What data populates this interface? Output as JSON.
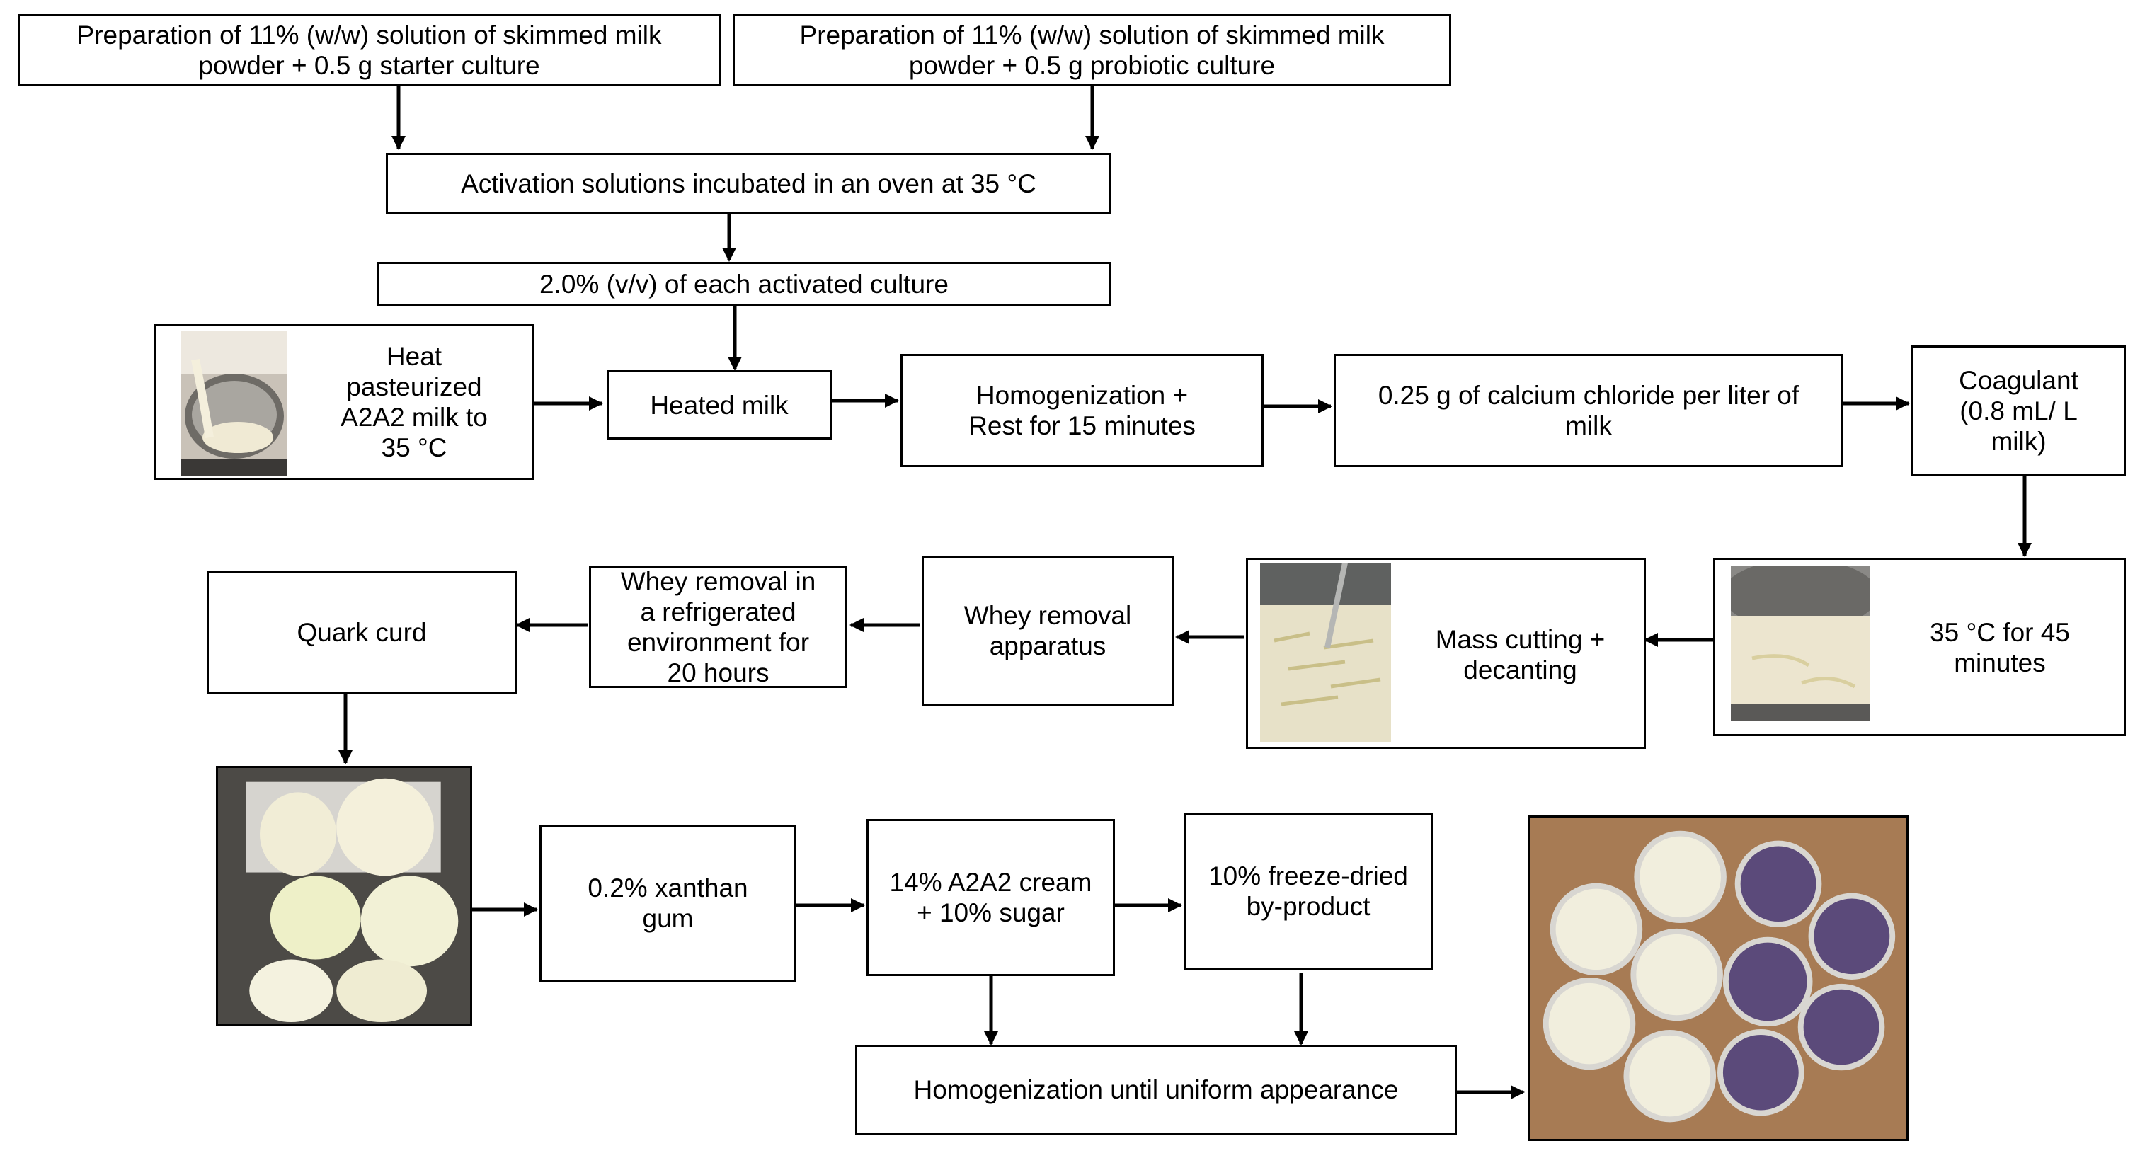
{
  "steps": {
    "prep_starter": "Preparation of 11% (w/w) solution of skimmed milk\npowder + 0.5 g starter culture",
    "prep_probiotic": "Preparation of 11% (w/w) solution of skimmed milk\npowder + 0.5 g probiotic culture",
    "activation": "Activation solutions incubated in an oven at 35 °C",
    "culture_dose": "2.0% (v/v) of each activated culture",
    "heat_pasteurized": "Heat\npasteurized\nA2A2 milk to\n35 °C",
    "heated_milk": "Heated milk",
    "homogenization_rest": "Homogenization +\nRest for 15 minutes",
    "calcium_chloride": "0.25 g of calcium chloride per liter of\nmilk",
    "coagulant": "Coagulant\n(0.8 mL/ L\nmilk)",
    "incubation": "35 °C for 45\nminutes",
    "mass_cutting": "Mass cutting +\ndecanting",
    "whey_apparatus": "Whey removal\napparatus",
    "whey_refrigerated": "Whey removal in\na refrigerated\nenvironment for\n20 hours",
    "quark_curd": "Quark curd",
    "xanthan": "0.2% xanthan\ngum",
    "cream_sugar": "14% A2A2 cream\n+ 10% sugar",
    "freeze_dried": "10% freeze-dried\nby-product",
    "homogenization_final": "Homogenization until uniform appearance"
  },
  "colors": {
    "stroke": "#000000",
    "cream": "#f1edd6",
    "purple": "#5b4a7a",
    "steel": "#9a9a98",
    "cardboard": "#a77b54"
  }
}
